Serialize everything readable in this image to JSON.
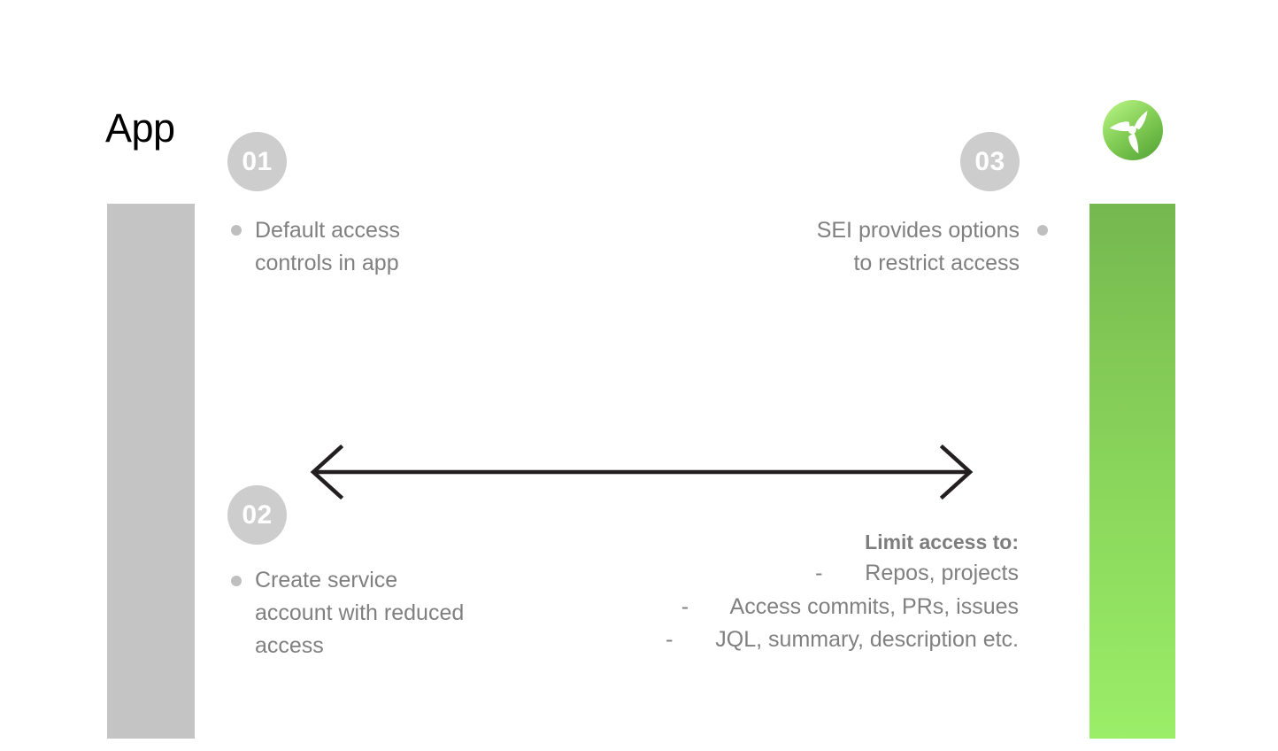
{
  "slide": {
    "title": "App",
    "background_color": "#ffffff"
  },
  "bars": {
    "left": {
      "name": "app-column-bar",
      "color": "#c4c4c4"
    },
    "right": {
      "name": "sei-column-bar",
      "gradient_from": "#74b84f",
      "gradient_to": "#9bee68"
    }
  },
  "steps": [
    {
      "number": "01",
      "text": "Default access controls in app",
      "align": "left"
    },
    {
      "number": "02",
      "text": "Create service account with reduced access",
      "align": "left"
    },
    {
      "number": "03",
      "text": "SEI provides options to restrict access",
      "align": "right"
    }
  ],
  "badge": {
    "background_color": "#cdcdcd",
    "text_color": "#ffffff"
  },
  "bullet": {
    "color": "#bfbfbf"
  },
  "arrow": {
    "name": "double-headed-arrow",
    "color": "#231f20",
    "direction": "bidirectional"
  },
  "limit_access": {
    "heading": "Limit access to:",
    "items": [
      {
        "dash": "-",
        "text": "Repos, projects"
      },
      {
        "dash": "-",
        "text": "Access commits, PRs, issues"
      },
      {
        "dash": "-",
        "text": "JQL, summary, description etc."
      }
    ]
  },
  "logo": {
    "name": "propeller-logo",
    "gradient_from": "#a8e878",
    "gradient_to": "#5fae3e",
    "blade_color": "#ffffff"
  },
  "text_color": "#808080"
}
